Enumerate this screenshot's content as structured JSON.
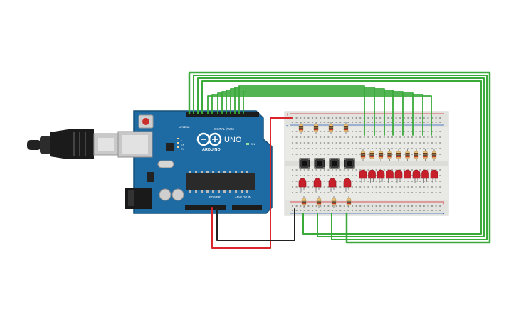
{
  "board": {
    "brand": "ARDUINO",
    "model": "UNO",
    "header_digital": "DIGITAL (PWM~)",
    "header_power": "POWER",
    "header_analog": "ANALOG IN",
    "on_label": "ON",
    "tx_label": "TX",
    "rx_label": "RX",
    "l_label": "L",
    "aref_label": "AREF",
    "gnd_label": "GND"
  },
  "breadboard": {
    "rail_plus": "+",
    "rail_minus": "-"
  },
  "colors": {
    "board": "#1e6aa3",
    "board_dark": "#17507c",
    "wire_green": "#3aaa3a",
    "wire_red": "#d9252b",
    "wire_black": "#222222",
    "led_red": "#c8202a",
    "resistor": "#e7c27b",
    "breadboard": "#e9e9e6"
  },
  "components": {
    "buttons": 4,
    "button_leds": 4,
    "led_bar": 9,
    "top_resistors": 4,
    "bar_resistors": 9
  }
}
